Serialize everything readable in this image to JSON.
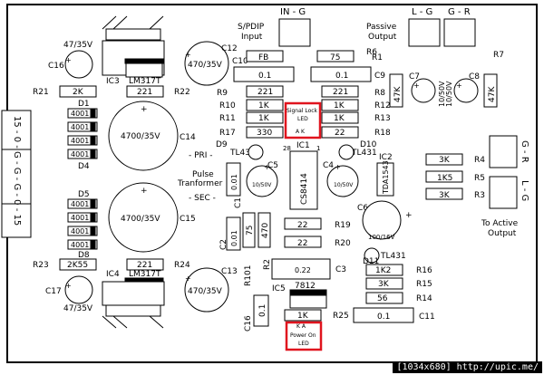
{
  "connectors": {
    "spdif": "S/PDIP\nInput",
    "in_g": "IN - G",
    "passive": "Passive\nOutput",
    "l_g": "L - G",
    "g_r": "G - R",
    "active": "To Active\nOutput",
    "side_top": "G - R",
    "side_bot": "L - G",
    "left_conn": "15 - 0 - G - G - G - 0 - 15"
  },
  "components": {
    "c16": "C16",
    "c16v": "47/35V",
    "c17": "C17",
    "c17v": "47/35V",
    "c12": "C12",
    "c12v": "470/35V",
    "c13": "C13",
    "c13v": "470/35V",
    "c14": "C14",
    "c14v": "4700/35V",
    "c15": "C15",
    "c15v": "4700/35V",
    "ic3": "IC3",
    "ic3v": "LM317T",
    "ic4": "IC4",
    "ic4v": "LM317T",
    "ic1": "IC1",
    "ic1v": "CS8414",
    "ic2": "IC2",
    "ic2v": "TDA1543",
    "ic5": "IC5",
    "ic5v": "7812",
    "r21": "R21",
    "r21v": "2K",
    "r22": "R22",
    "r22v": "221",
    "r23": "R23",
    "r23v": "2K55",
    "r24": "R24",
    "r24v": "221",
    "d1": "D1",
    "d4": "D4",
    "d5": "D5",
    "d8": "D8",
    "d4001": "4001",
    "c10": "C10",
    "fb": "FB",
    "c10v": "0.1",
    "r1": "R1",
    "r1v": "75",
    "c9": "C9",
    "c9v": "0.1",
    "r9": "R9",
    "r9v": "221",
    "r8": "R8",
    "r8v": "221",
    "r10": "R10",
    "r10v": "1K",
    "r12": "R12",
    "r12v": "1K",
    "r11": "R11",
    "r11v": "1K",
    "r13": "R13",
    "r13v": "1K",
    "r17": "R17",
    "r17v": "330",
    "r18": "R18",
    "r18v": "22",
    "r6": "R6",
    "r6v": "47K",
    "r7": "R7",
    "r7v": "47K",
    "c7": "C7",
    "c8": "C8",
    "c7v": "10/50V",
    "led_sig": "Signal Lock\nLED",
    "led_sig_ak": "A  K",
    "led_pwr": "Power On\nLED",
    "led_pwr_ka": "K  A",
    "pin28": "28",
    "pin1": "1",
    "d9": "D9",
    "d10": "D10",
    "tl431": "TL431",
    "c5": "C5",
    "c5v": "10/50V",
    "c4": "C4",
    "c4v": "10/50V",
    "pulse": "Pulse\nTranformer",
    "pri": "- PRI -",
    "sec": "- SEC -",
    "c1": "C1",
    "c1v": "0.01",
    "c2": "C2",
    "c2v": "0.01",
    "r2": "R2",
    "r2v": "75",
    "r101": "R101",
    "r101v": "470",
    "r19": "R19",
    "r19v": "22",
    "r20": "R20",
    "r20v": "22",
    "c3": "C3",
    "c3v": "0.22",
    "c6": "C6",
    "c6v": "100/16V",
    "r4": "R4",
    "r4v": "3K",
    "r5": "R5",
    "r5v": "1K5",
    "r3": "R3",
    "r3v": "3K",
    "d11": "D11",
    "r16": "R16",
    "r16v": "1K2",
    "r15": "R15",
    "r15v": "3K",
    "r14": "R14",
    "r14v": "56",
    "r25": "R25",
    "r25v": "1K",
    "c16b": "C16",
    "c16bv": "0.1",
    "c11": "C11",
    "c11v": "0.1"
  },
  "footer": "[1034x680] http://upic.me/"
}
